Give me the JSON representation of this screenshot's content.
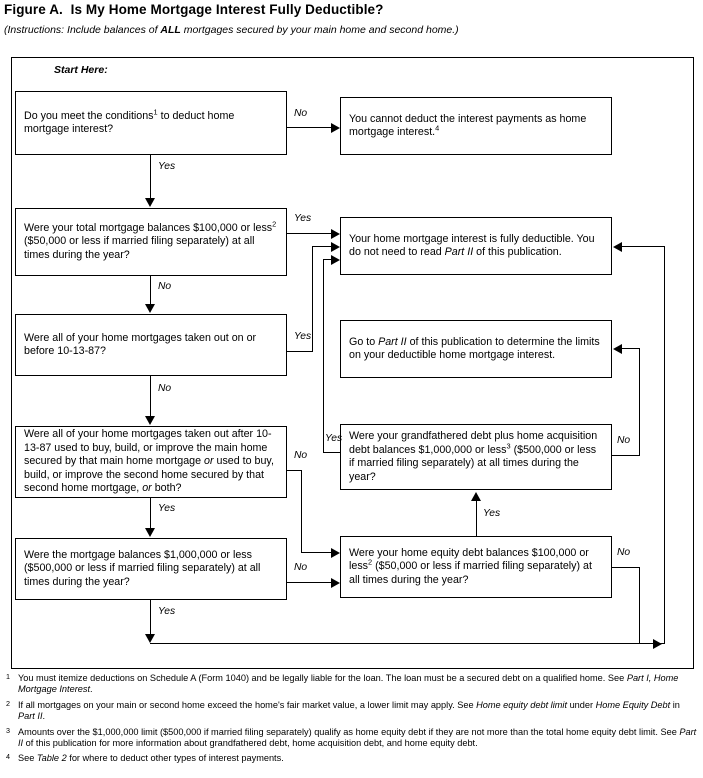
{
  "figure": {
    "label": "Figure A.",
    "title": "Is My Home Mortgage Interest Fully Deductible?",
    "instructions_pre": "(Instructions: Include balances of ",
    "instructions_bold": "ALL",
    "instructions_post": " mortgages secured by your main home and second home.)",
    "start_here": "Start Here:"
  },
  "nodes": {
    "q1": {
      "text_a": "Do you meet the conditions",
      "sup": "1",
      "text_b": " to deduct home mortgage interest?"
    },
    "r_cannot": {
      "text_a": "You cannot deduct the interest payments as home mortgage interest.",
      "sup": "4",
      "text_b": ""
    },
    "q2": {
      "text_a": "Were your total mortgage balances $100,000 or less",
      "sup": "2",
      "text_b": " ($50,000 or less if married filing separately) at all times during the year?"
    },
    "r_fully": {
      "text_a": "Your home mortgage interest is fully deductible. You do not need to read ",
      "em": "Part II",
      "text_b": " of this publication."
    },
    "q3": {
      "text_a": "Were all of your home mortgages taken out on or before 10-13-87?"
    },
    "r_partii": {
      "text_a": "Go to ",
      "em": "Part II",
      "text_b": " of this publication to determine the limits on your deductible home mortgage interest."
    },
    "q4": {
      "text_a": "Were all of your home mortgages taken out after 10-13-87 used to buy, build, or improve the main home secured by that main home mortgage ",
      "em1": "or",
      "text_b": " used to buy, build, or improve the second home secured by that second home mortgage, ",
      "em2": "or",
      "text_c": " both?"
    },
    "q5": {
      "text_a": "Were your grandfathered debt plus home acquisition debt balances $1,000,000 or less",
      "sup": "3",
      "text_b": " ($500,000 or less if married filing separately) at all times during the year?"
    },
    "q6": {
      "text_a": "Were the mortgage balances $1,000,000 or less ($500,000 or less if married filing separately) at all times during the year?"
    },
    "q7": {
      "text_a": "Were your home equity debt balances $100,000 or less",
      "sup": "2",
      "text_b": " ($50,000 or less if married filing separately) at all times during the year?"
    }
  },
  "edge_labels": {
    "q1_no": "No",
    "q1_yes": "Yes",
    "q2_yes": "Yes",
    "q2_no": "No",
    "q3_yes": "Yes",
    "q3_no": "No",
    "q4_no": "No",
    "q4_yes": "Yes",
    "q5_yes": "Yes",
    "q5_no": "No",
    "q6_no": "No",
    "q6_yes": "Yes",
    "q7_yes": "Yes",
    "q7_no": "No"
  },
  "footnotes": [
    {
      "mark": "1",
      "pre": "You must itemize deductions on Schedule A (Form 1040) and be legally liable for the loan. The loan must be a secured debt on a qualified home. See ",
      "em": "Part I, Home Mortgage Interest",
      "post": "."
    },
    {
      "mark": "2",
      "pre": "If all mortgages on your main or second home exceed the home's fair market value, a lower limit may apply. See ",
      "em": "Home equity debt limit",
      "mid": " under ",
      "em2": "Home Equity Debt",
      "mid2": " in ",
      "em3": "Part II",
      "post": "."
    },
    {
      "mark": "3",
      "pre": "Amounts over the $1,000,000 limit ($500,000 if married filing separately) qualify as home equity debt if they are not more than the total home equity debt limit. See ",
      "em": "Part II",
      "post": " of this publication for more information about grandfathered debt, home acquisition debt, and home equity debt."
    },
    {
      "mark": "4",
      "pre": "See ",
      "em": "Table 2",
      "post": " for where to deduct other types of interest payments."
    }
  ]
}
